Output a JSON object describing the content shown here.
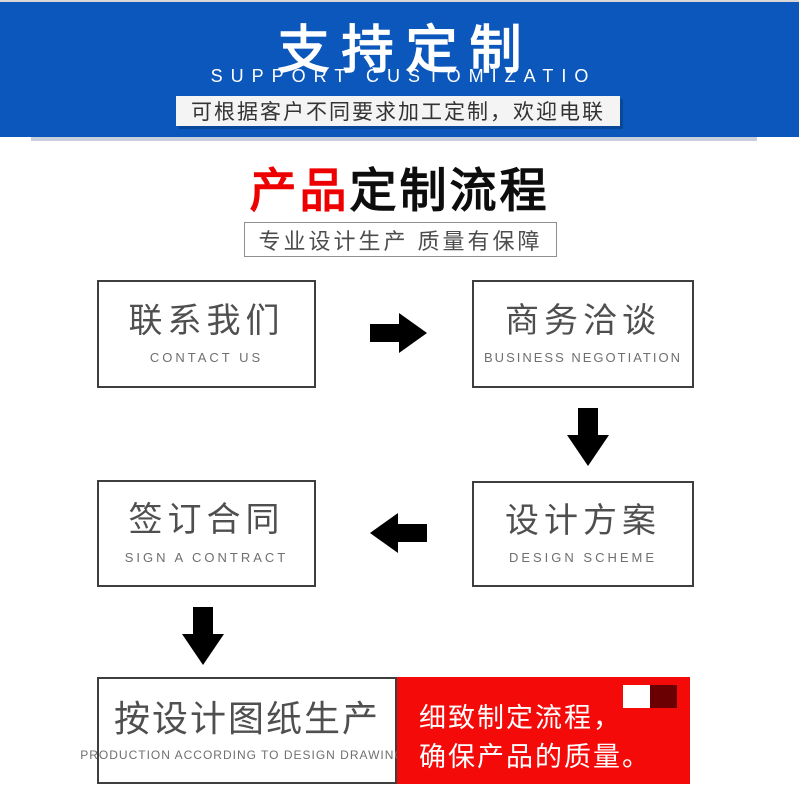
{
  "banner": {
    "title_zh": "支持定制",
    "title_en": "SUPPORT CUSTOMIZATIO",
    "note": "可根据客户不同要求加工定制，欢迎电联"
  },
  "section": {
    "title_accent": "产品",
    "title_rest": "定制流程",
    "subtitle": "专业设计生产 质量有保障"
  },
  "flow": {
    "steps": [
      {
        "zh": "联系我们",
        "en": "CONTACT US"
      },
      {
        "zh": "商务洽谈",
        "en": "BUSINESS  NEGOTIATION"
      },
      {
        "zh": "设计方案",
        "en": "DESIGN  SCHEME"
      },
      {
        "zh": "签订合同",
        "en": "SIGN A CONTRACT"
      },
      {
        "zh": "按设计图纸生产",
        "en": "PRODUCTION  ACCORDING  TO  DESIGN  DRAWINGS"
      }
    ],
    "arrows": [
      "arrow-right",
      "arrow-down",
      "arrow-left",
      "arrow-down"
    ]
  },
  "quality_note": {
    "line1": "细致制定流程，",
    "line2": "确保产品的质量。"
  },
  "colors": {
    "banner_blue": "#0b57bb",
    "accent_red": "#ee0000",
    "note_red": "#f50a0a",
    "note_dark_square": "#6b0002",
    "arrow_black": "#000000"
  }
}
